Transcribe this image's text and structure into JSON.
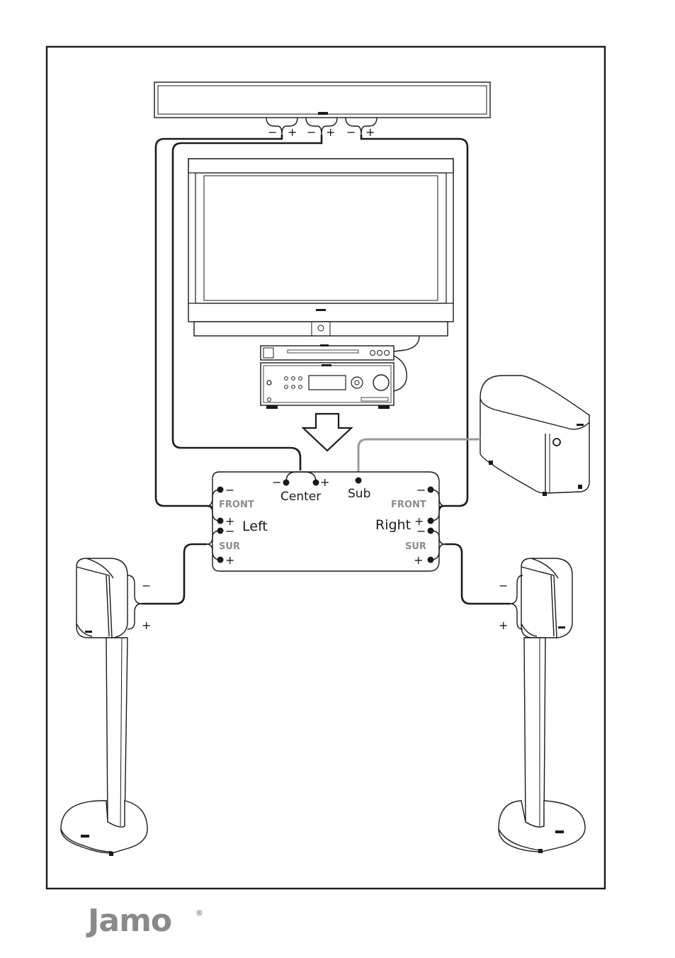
{
  "soundbar": {
    "terminals": [
      {
        "minus": "−",
        "plus": "+"
      },
      {
        "minus": "−",
        "plus": "+"
      },
      {
        "minus": "−",
        "plus": "+"
      }
    ]
  },
  "receiver": {
    "center_label": "Center",
    "center_minus": "−",
    "center_plus": "+",
    "sub_label": "Sub",
    "front_label_left": "FRONT",
    "front_label_right": "FRONT",
    "sur_label_left": "SUR",
    "sur_label_right": "SUR",
    "left_label": "Left",
    "right_label": "Right",
    "minus": "−",
    "plus": "+"
  },
  "surround_left": {
    "minus": "−",
    "plus": "+"
  },
  "surround_right": {
    "minus": "−",
    "plus": "+"
  },
  "brand": {
    "name": "Jamo",
    "mark": "®"
  },
  "colors": {
    "line": "#1a1a1a",
    "sub_cable": "#9a9a9a",
    "label_gray": "#8c8c8c"
  }
}
